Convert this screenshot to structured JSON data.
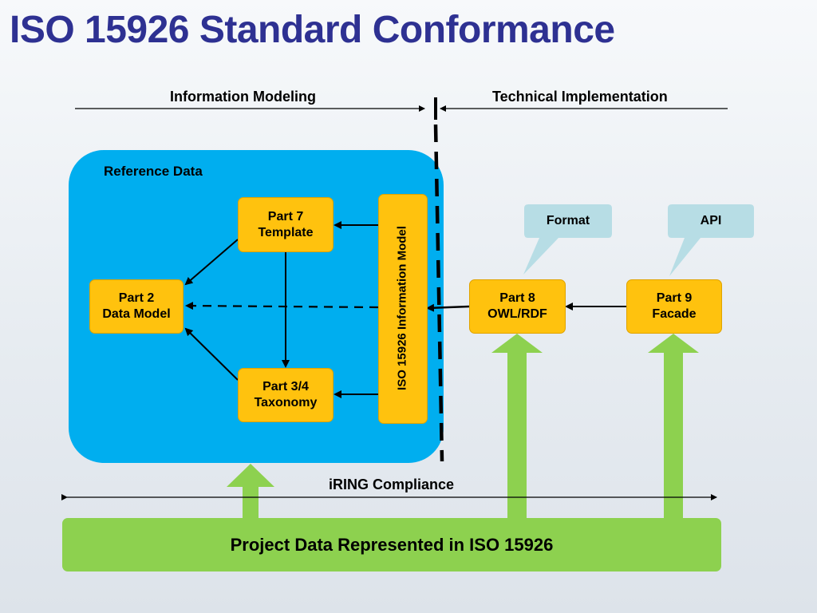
{
  "title": "ISO 15926 Standard Conformance",
  "header": {
    "left_label": "Information Modeling",
    "right_label": "Technical Implementation"
  },
  "reference_data": {
    "label": "Reference Data",
    "part7": {
      "line1": "Part 7",
      "line2": "Template"
    },
    "part2": {
      "line1": "Part 2",
      "line2": "Data Model"
    },
    "part34": {
      "line1": "Part 3/4",
      "line2": "Taxonomy"
    },
    "info_model": "ISO 15926 Information Model"
  },
  "implementation": {
    "part8": {
      "line1": "Part 8",
      "line2": "OWL/RDF"
    },
    "part9": {
      "line1": "Part 9",
      "line2": "Facade"
    },
    "format_callout": "Format",
    "api_callout": "API"
  },
  "compliance_label": "iRING Compliance",
  "project_bar": "Project Data Represented in ISO 15926",
  "colors": {
    "title": "#2e3192",
    "reference_box": "#00aeef",
    "box": "#ffc20e",
    "callout": "#b7dde5",
    "green": "#8dd14f"
  }
}
